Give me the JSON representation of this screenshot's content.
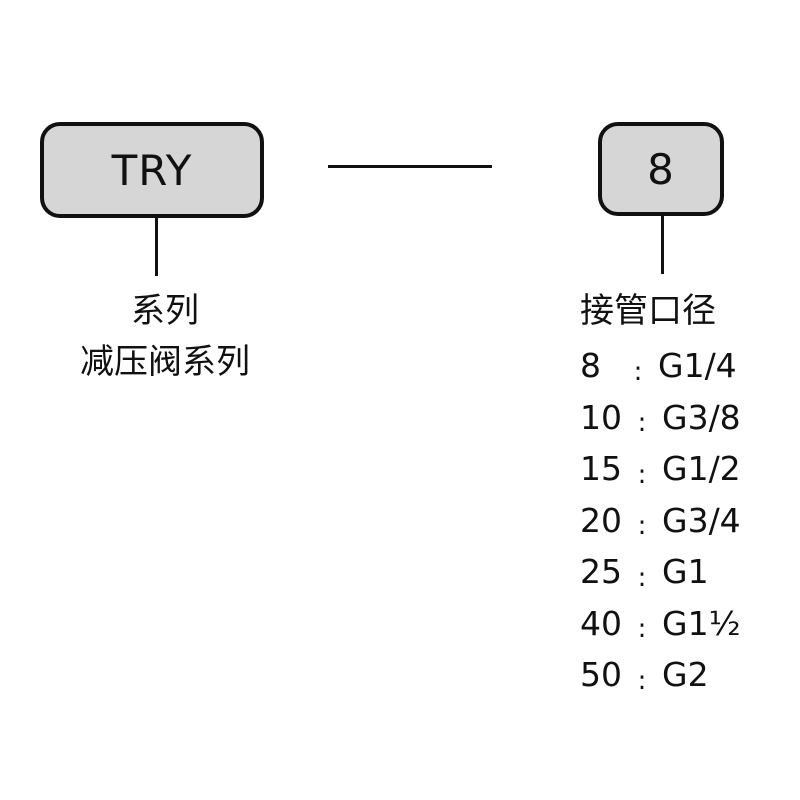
{
  "series_box": {
    "code": "TRY",
    "title": "系列",
    "subtitle": "减压阀系列"
  },
  "size_box": {
    "code": "8",
    "title": "接管口径",
    "options": [
      {
        "code": "8",
        "sep": ":",
        "thread": "G1/4"
      },
      {
        "code": "10",
        "sep": ":",
        "thread": "G3/8"
      },
      {
        "code": "15",
        "sep": ":",
        "thread": "G1/2"
      },
      {
        "code": "20",
        "sep": ":",
        "thread": "G3/4"
      },
      {
        "code": "25",
        "sep": ":",
        "thread": "G1"
      },
      {
        "code": "40",
        "sep": ":",
        "thread": "G1½"
      },
      {
        "code": "50",
        "sep": ":",
        "thread": "G2"
      }
    ]
  },
  "colors": {
    "box_fill": "#d6d6d6",
    "stroke": "#111111",
    "background": "#ffffff"
  }
}
